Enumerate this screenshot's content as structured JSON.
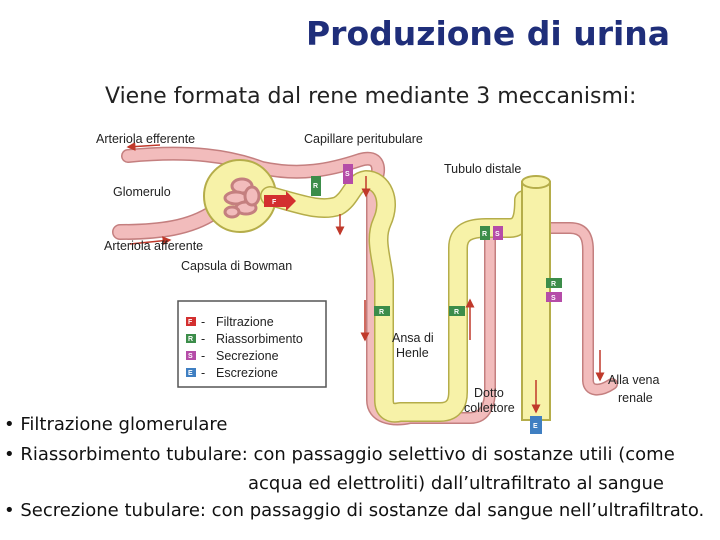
{
  "title": "Produzione di urina",
  "subtitle": "Viene formata dal rene mediante 3 meccanismi:",
  "diagram": {
    "labels": {
      "arteriola_efferente": "Arteriola efferente",
      "capillare_peritubulare": "Capillare peritubulare",
      "glomerulo": "Glomerulo",
      "tubulo_distale": "Tubulo distale",
      "arteriola_afferente": "Arteriola afferente",
      "capsula_bowman": "Capsula di Bowman",
      "ansa_henle_1": "Ansa di",
      "ansa_henle_2": "Henle",
      "dotto_collettore_1": "Dotto",
      "dotto_collettore_2": "collettore",
      "vena_renale_1": "Alla vena",
      "vena_renale_2": "renale"
    },
    "markers": {
      "F": "F",
      "R": "R",
      "S": "S",
      "E": "E"
    },
    "legend": [
      {
        "letter": "F",
        "label": "Filtrazione",
        "color": "#d32f2f"
      },
      {
        "letter": "R",
        "label": "Riassorbimento",
        "color": "#3c8d4a"
      },
      {
        "letter": "S",
        "label": "Secrezione",
        "color": "#b54ca8"
      },
      {
        "letter": "E",
        "label": "Escrezione",
        "color": "#3f7fc2"
      }
    ]
  },
  "bullets": [
    "•  Filtrazione glomerulare",
    "•  Riassorbimento tubulare: con passaggio selettivo di sostanze utili (come",
    "acqua ed elettroliti) dall’ultrafiltrato al sangue",
    "•  Secrezione tubulare: con passaggio di sostanze dal sangue nell’ultrafiltrato."
  ],
  "colors": {
    "title": "#1f2e7a",
    "tubule": "#f7f2a8",
    "tubule_outline": "#b5ad4a",
    "vessel": "#f2bcbc",
    "vessel_outline": "#c47f7f",
    "arrow": "#c0392b"
  }
}
